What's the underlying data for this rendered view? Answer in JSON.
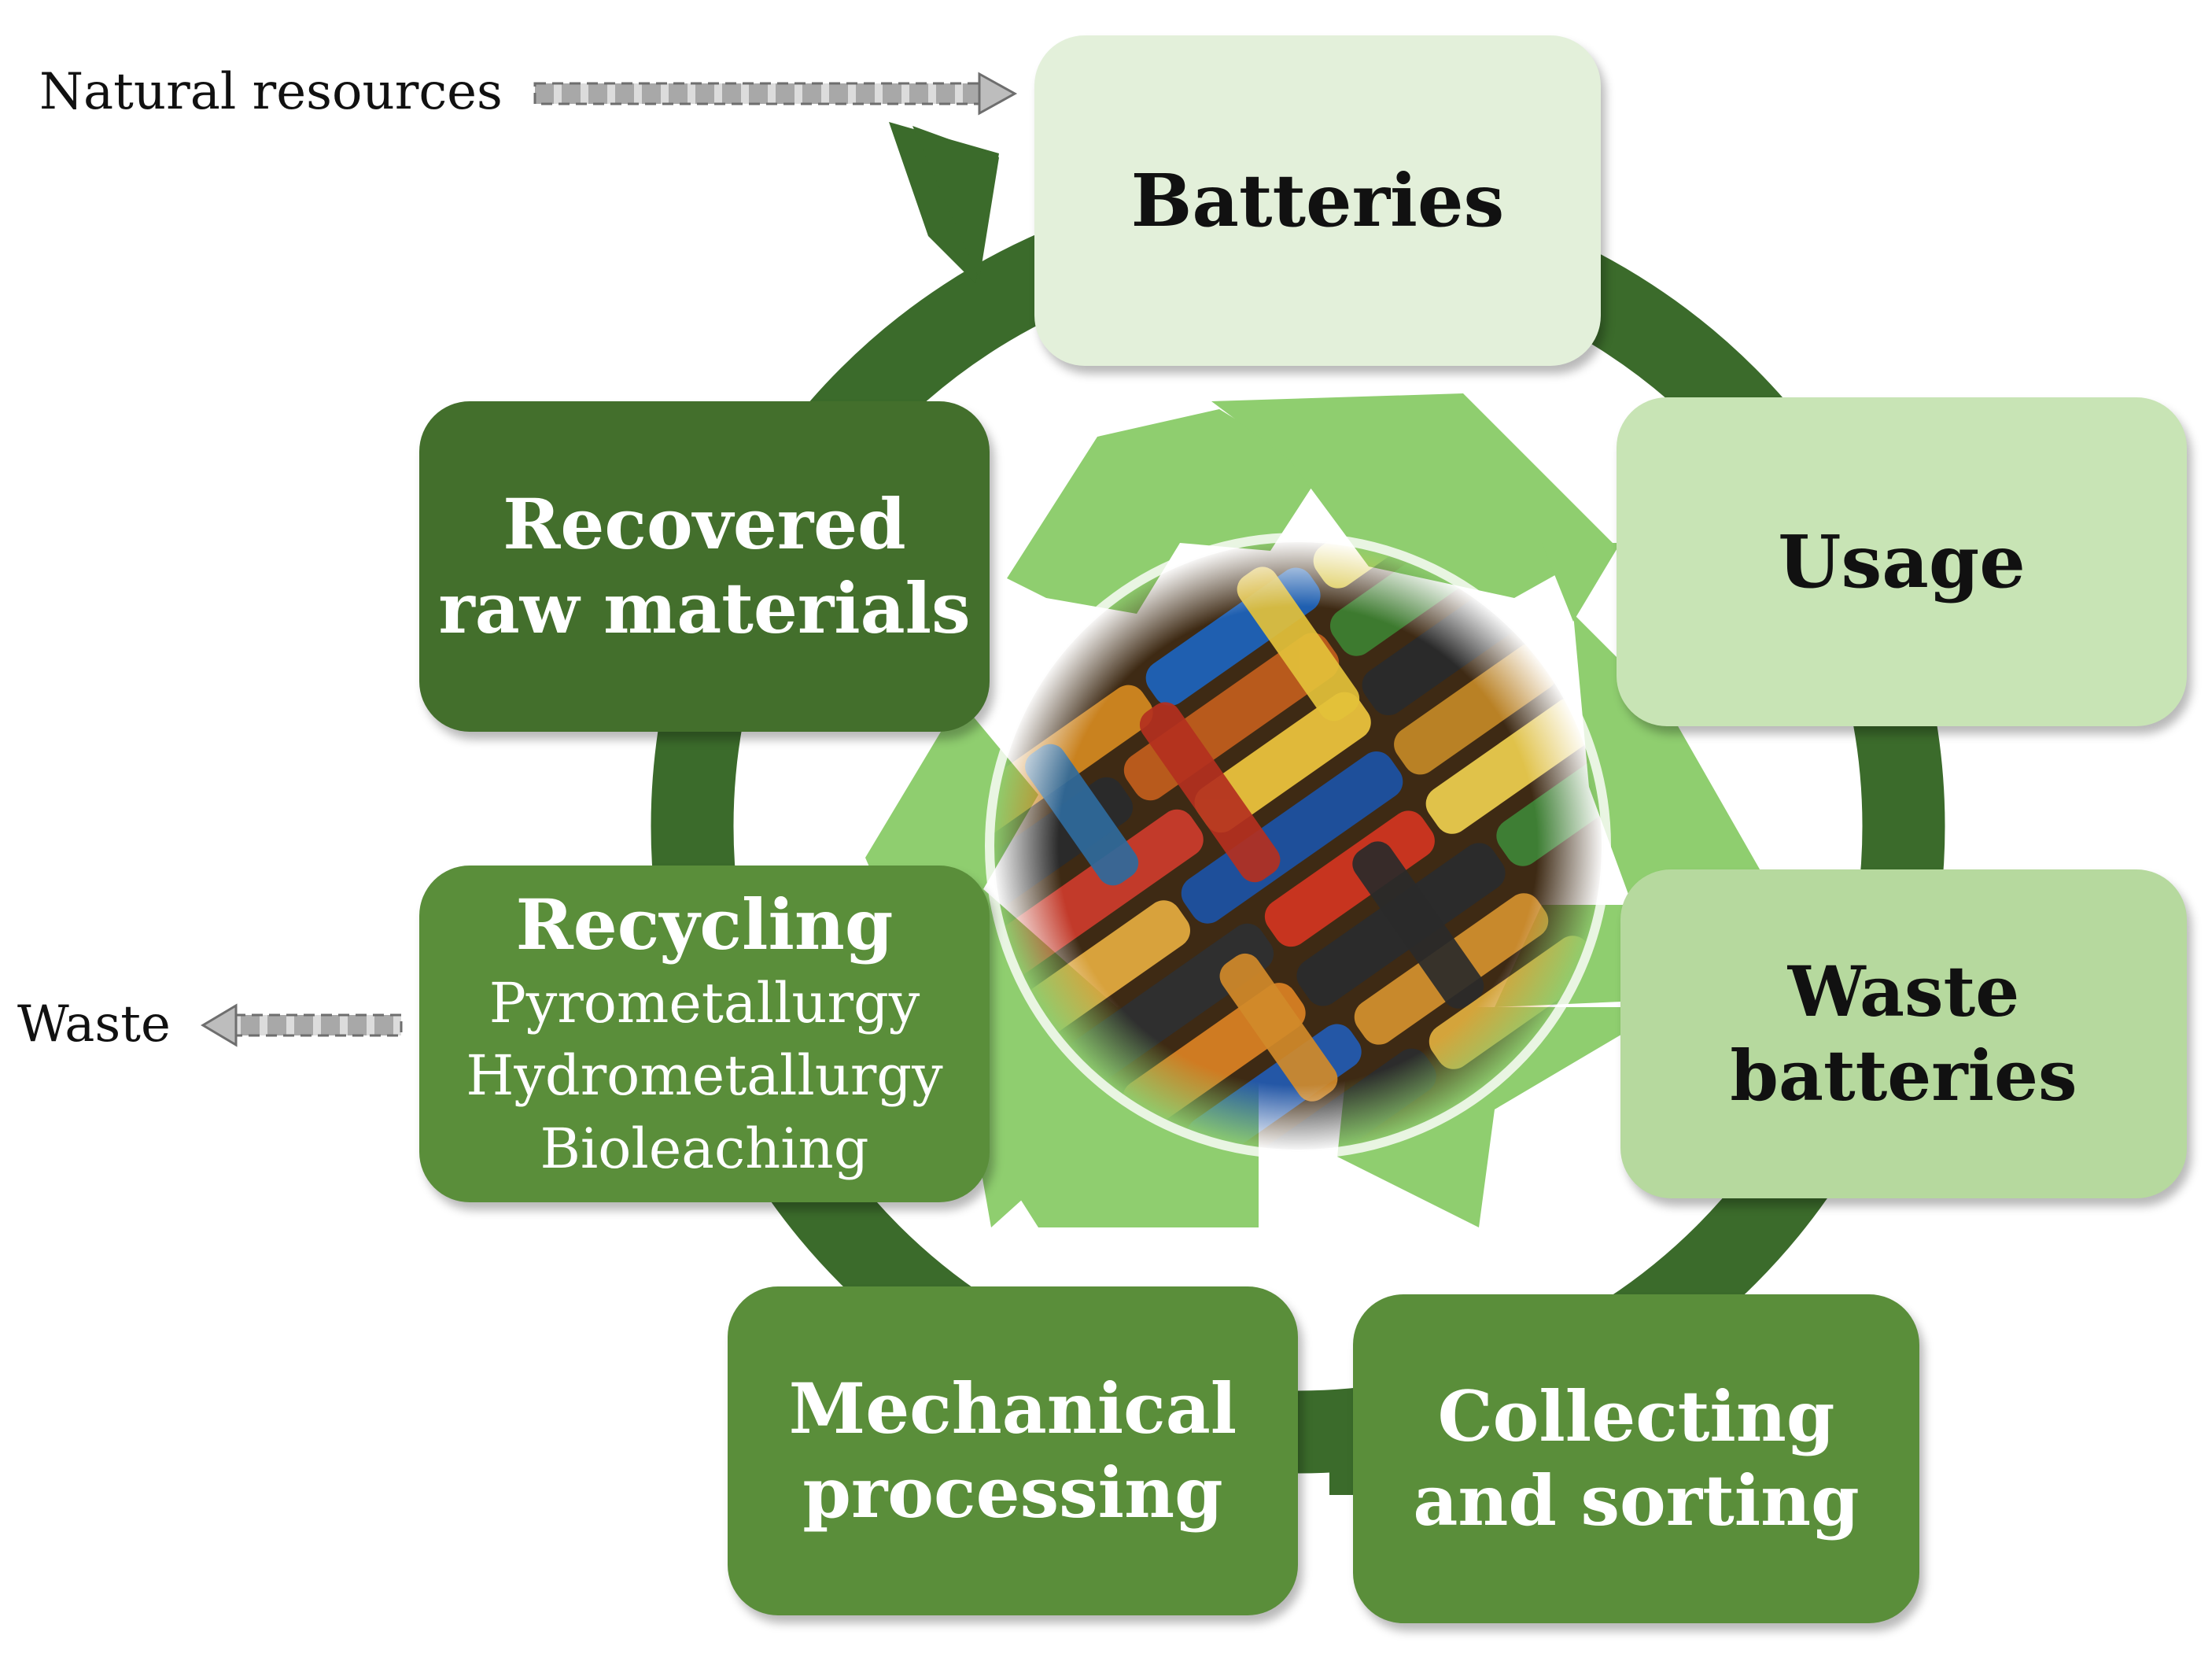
{
  "inputs": {
    "natural_resources": "Natural resources",
    "waste": "Waste"
  },
  "stages": {
    "batteries": "Batteries",
    "usage": "Usage",
    "waste_batteries": [
      "Waste",
      "batteries"
    ],
    "collecting": [
      "Collecting",
      "and sorting"
    ],
    "mechanical": [
      "Mechanical",
      "processing"
    ],
    "recycling": {
      "title": "Recycling",
      "methods": [
        "Pyrometallurgy",
        "Hydrometallurgy",
        "Bioleaching"
      ]
    },
    "recovered": [
      "Recovered",
      "raw materials"
    ]
  },
  "colors": {
    "cycle_ring": "#3b6b2b",
    "recycle_symbol": "#8fce6f",
    "batteries_box": "#e3f0da",
    "usage_box": "#c8e4b5",
    "waste_box": "#b6d99e",
    "collecting_box": "#5a8e3a",
    "mechanical_box": "#5a8e3a",
    "recycling_box": "#5a8e3a",
    "recovered_box": "#436f2c",
    "arrow_gray": "#9a9a9a"
  },
  "icons": {
    "center_image": "battery-pile-icon",
    "recycle_symbol": "recycle-icon",
    "cycle_arrow": "cycle-arrow-icon",
    "input_arrow": "dashed-arrow-right-icon",
    "output_arrow": "dashed-arrow-left-icon"
  }
}
